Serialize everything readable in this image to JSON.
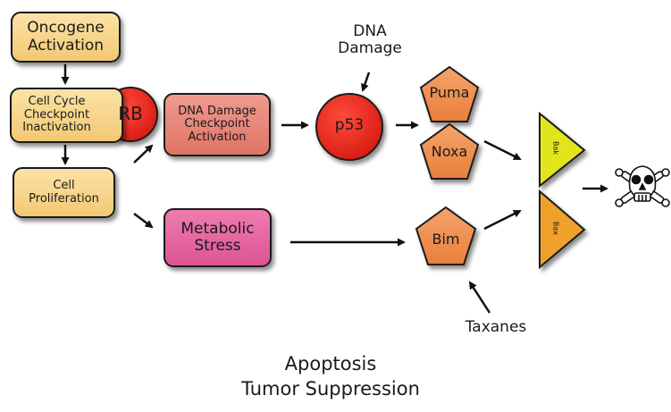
{
  "nodes": {
    "oncogene": "Oncogene Activation",
    "cell_cycle": "Cell Cycle Checkpoint Inactivation",
    "rb": "RB",
    "proliferation": "Cell Proliferation",
    "dna_checkpoint": "DNA Damage Checkpoint Activation",
    "metabolic": "Metabolic Stress",
    "dna_damage": "DNA Damage",
    "p53": "p53",
    "puma": "Puma",
    "noxa": "Noxa",
    "bim": "Bim",
    "taxanes": "Taxanes",
    "bak": "Bak",
    "bax": "Bax",
    "outcome_icon": "skull-and-crossbones"
  },
  "caption": {
    "line1": "Apoptosis",
    "line2": "Tumor Suppression"
  },
  "colors": {
    "yellow_box": "#f3c874",
    "salmon_box": "#de7566",
    "pink_box": "#dc5594",
    "red_circle": "#e8231b",
    "orange_pentagon": "#ef8f4e",
    "bak_triangle": "#e3e51f",
    "bax_triangle": "#f0a12c"
  }
}
